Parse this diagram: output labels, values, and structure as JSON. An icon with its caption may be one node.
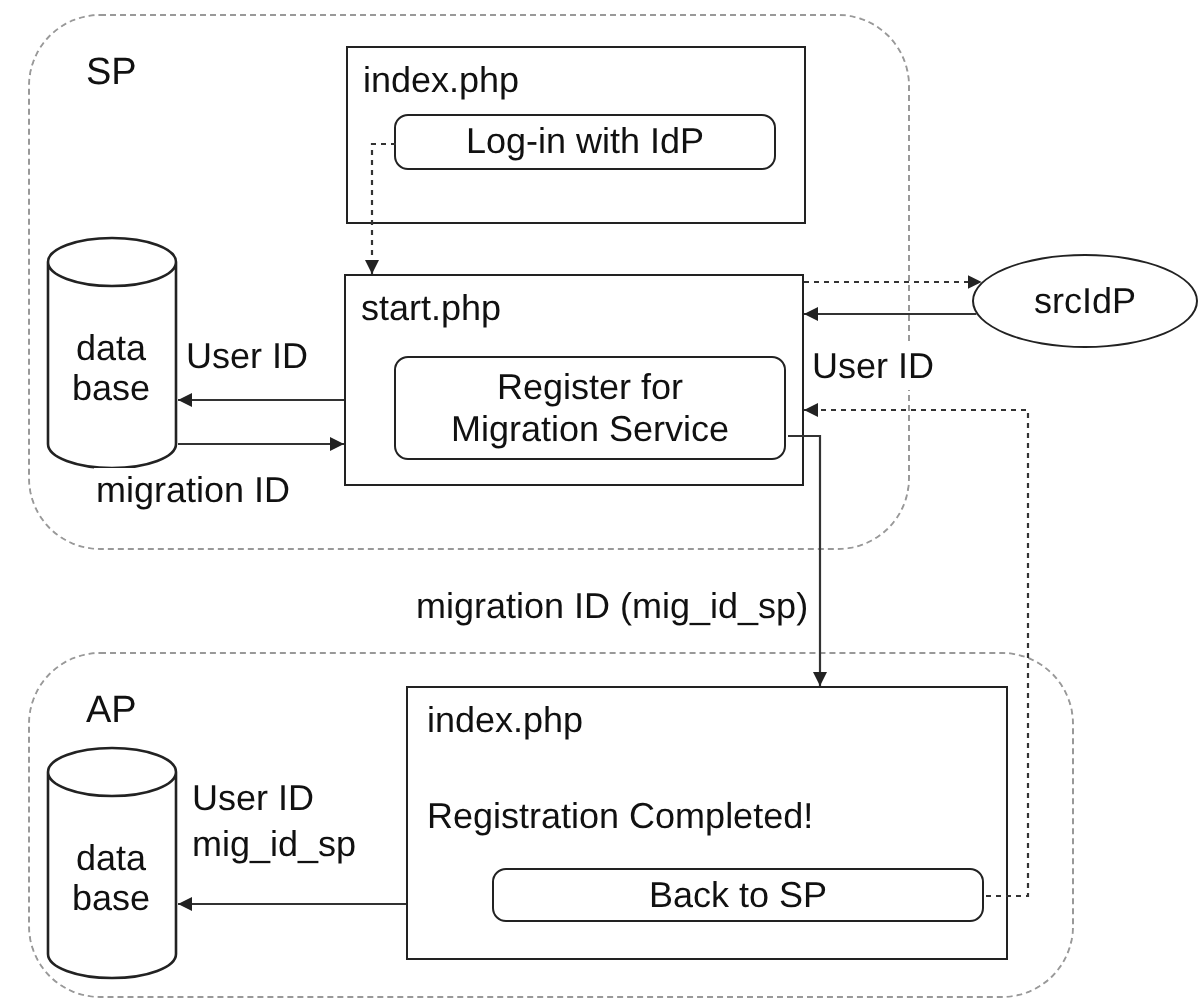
{
  "diagram": {
    "nodes": [
      {
        "text": [
          "SP"
        ]
      },
      {
        "text": [
          "index.php"
        ],
        "in": 0
      },
      {
        "text": [
          "Log-in with IdP"
        ],
        "in": 1
      },
      {
        "text": [
          "data base"
        ],
        "in": 0
      },
      {
        "text": [
          "start.php"
        ],
        "in": 0
      },
      {
        "text": [
          "Register for Migration Service"
        ],
        "in": 4
      },
      {
        "text": [
          "srcIdP"
        ]
      },
      {
        "text": [
          "AP"
        ]
      },
      {
        "text": [
          "data base"
        ],
        "in": 7
      },
      {
        "text": [
          "index.php",
          "Registration Completed!"
        ],
        "in": 7
      },
      {
        "text": [
          "Back to SP"
        ],
        "in": 9
      }
    ],
    "edges": [
      {
        "from": 2,
        "to": 4,
        "arrow": "to",
        "style": "dashed"
      },
      {
        "from": 4,
        "to": 6,
        "arrow": "to",
        "style": "dashed"
      },
      {
        "from": 6,
        "to": 4,
        "arrow": "to",
        "label": "User ID"
      },
      {
        "from": 4,
        "to": 3,
        "arrow": "to",
        "label": "User ID"
      },
      {
        "from": 3,
        "to": 4,
        "arrow": "to",
        "label": "migration ID"
      },
      {
        "from": 5,
        "to": 9,
        "arrow": "to",
        "label": "migration ID (mig_id_sp)"
      },
      {
        "from": 9,
        "to": 8,
        "arrow": "to",
        "label": "User ID mig_id_sp"
      },
      {
        "from": 10,
        "to": 4,
        "arrow": "to",
        "style": "dashed"
      }
    ]
  }
}
